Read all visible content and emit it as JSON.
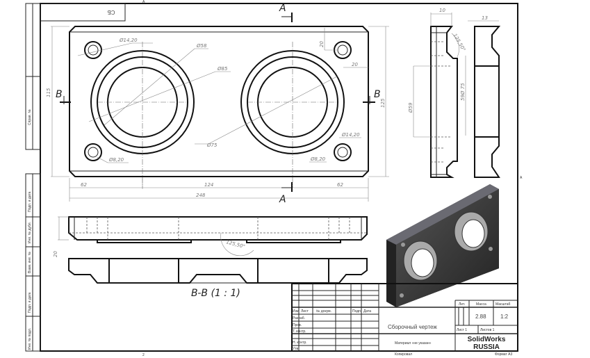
{
  "sheet": {
    "corner_code": "СБ",
    "zone_top": "A",
    "zone_bottom": "2",
    "zone_right": "A",
    "side_strip": [
      "Справ. №",
      "Подп. и дата",
      "Инв. № дубл.",
      "Взам. инв. №",
      "Подп. и дата",
      "Инв. № подл."
    ]
  },
  "plan_view": {
    "section_marks": [
      "A",
      "A",
      "B",
      "B"
    ],
    "dims": {
      "hole_cbore": "Ø14,20",
      "hole_cbore_2": "Ø14,20",
      "hole": "Ø8,20",
      "hole_2": "Ø8,20",
      "d_inner": "Ø58",
      "d_outer": "Ø85",
      "d_mid": "Ø75",
      "height": "115",
      "height_right": "125",
      "edge_y": "20",
      "edge_x": "20",
      "left": "62",
      "middle": "124",
      "right": "62",
      "total": "248"
    }
  },
  "side_view": {
    "width": "10",
    "width_section": "13",
    "angle": "125,50°",
    "d_bore": "Ø59",
    "d_boss": "59Ø 75"
  },
  "front_view": {
    "thickness": "20",
    "angle": "125,50°"
  },
  "section_view": {
    "title": "B-B (1 : 1)"
  },
  "title_block": {
    "headers": [
      "Изм",
      "Лист",
      "№ докум.",
      "Подп.",
      "Дата"
    ],
    "roles": [
      "Разраб.",
      "Пров.",
      "Т. контр.",
      "",
      "Н. контр.",
      "Утв."
    ],
    "doc_type": "Сборочный чертеж",
    "material": "Материал «не указан»",
    "lit_label": "Лит.",
    "mass_label": "Масса",
    "scale_label": "Масштаб",
    "mass": "2.88",
    "scale": "1:2",
    "sheet": "Лист 1",
    "sheets": "Листов 1",
    "company_line1": "SolidWorks",
    "company_line2": "RUSSIA",
    "copied": "Копировал",
    "format": "Формат А3"
  }
}
